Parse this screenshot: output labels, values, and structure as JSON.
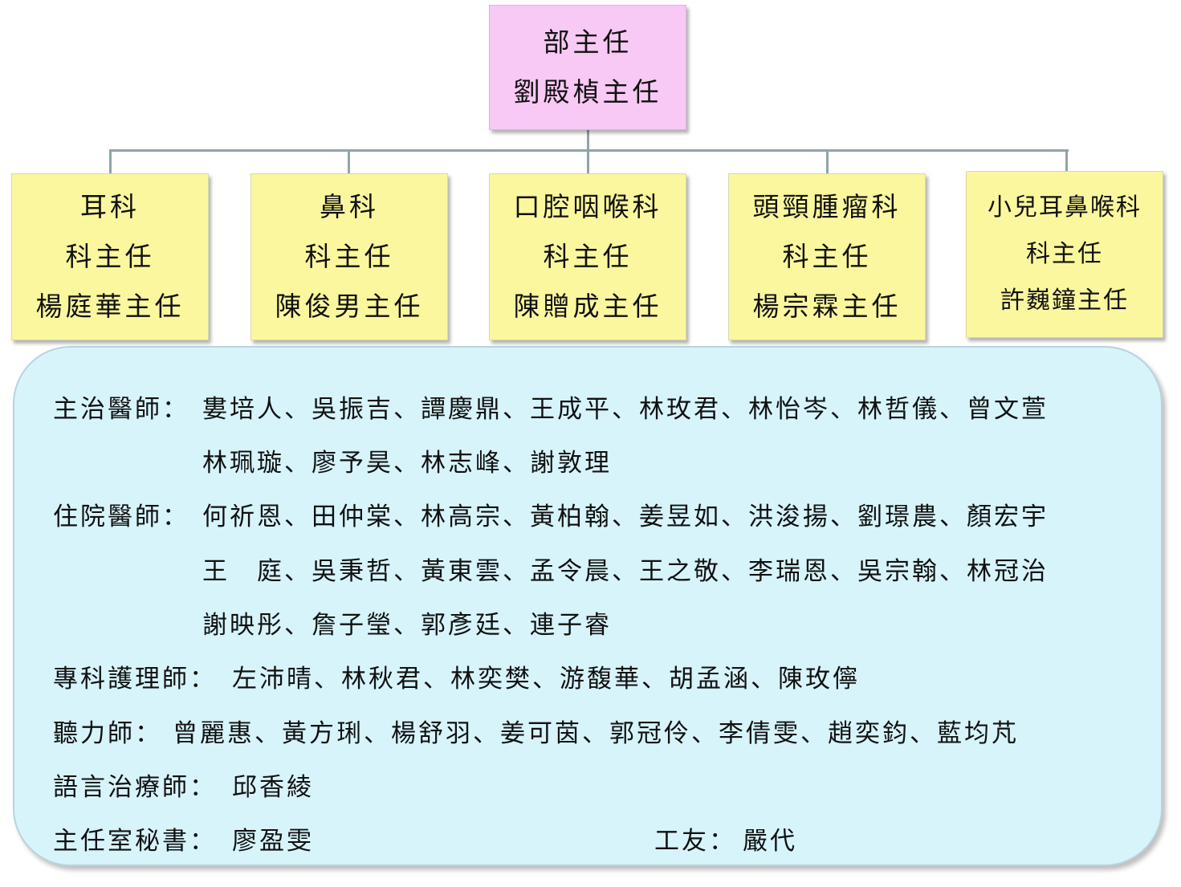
{
  "root": {
    "title": "部主任",
    "name": "劉殿楨主任"
  },
  "departments": [
    {
      "name": "耳科",
      "role": "科主任",
      "head": "楊庭華主任"
    },
    {
      "name": "鼻科",
      "role": "科主任",
      "head": "陳俊男主任"
    },
    {
      "name": "口腔咽喉科",
      "role": "科主任",
      "head": "陳贈成主任"
    },
    {
      "name": "頭頸腫瘤科",
      "role": "科主任",
      "head": "楊宗霖主任"
    },
    {
      "name": "小兒耳鼻喉科",
      "role": "科主任",
      "head": "許巍鐘主任"
    }
  ],
  "staff": {
    "attending_label": "主治醫師：",
    "attending_line1": "婁培人、吳振吉、譚慶鼎、王成平、林玫君、林怡岑、林哲儀、曾文萱",
    "attending_line2": "林珮璇、廖予昊、林志峰、謝敦理",
    "resident_label": "住院醫師：",
    "resident_line1": "何祈恩、田仲棠、林高宗、黃柏翰、姜昱如、洪浚揚、劉璟農、顏宏宇",
    "resident_line2": "王　庭、吳秉哲、黃東雲、孟令晨、王之敬、李瑞恩、吳宗翰、林冠治",
    "resident_line3": "謝映彤、詹子瑩、郭彥廷、連子睿",
    "np_label": "專科護理師：",
    "np_names": "左沛晴、林秋君、林奕樊、游馥華、胡孟涵、陳玫儜",
    "audiologist_label": "聽力師：",
    "audiologist_names": "曾麗惠、黃方琍、楊舒羽、姜可茵、郭冠伶、李倩雯、趙奕鈞、藍均芃",
    "speech_label": "語言治療師：",
    "speech_names": "邱香綾",
    "secretary_label": "主任室秘書：",
    "secretary_names": "廖盈雯",
    "worker_label": "工友：",
    "worker_names": "嚴代"
  },
  "colors": {
    "root_fill": "#f7c9f4",
    "dept_fill": "#fbf79e",
    "panel_fill": "#d7f4fb",
    "connector": "#8fa5a7"
  }
}
